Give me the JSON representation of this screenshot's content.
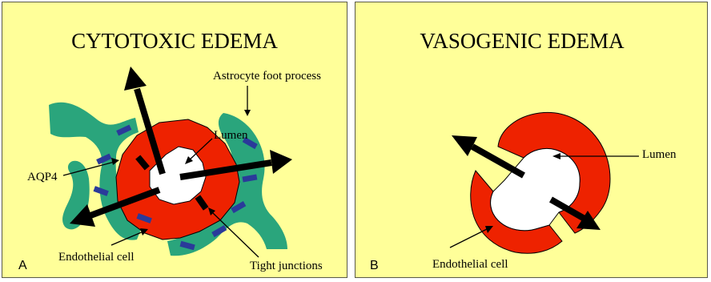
{
  "panel_a": {
    "title": "CYTOTOXIC EDEMA",
    "panel_label": "A",
    "labels": {
      "astrocyte": "Astrocyte foot process",
      "lumen": "Lumen",
      "aqp4": "AQP4",
      "endothelial": "Endothelial cell",
      "tight_junctions": "Tight junctions"
    }
  },
  "panel_b": {
    "title": "VASOGENIC EDEMA",
    "panel_label": "B",
    "labels": {
      "lumen": "Lumen",
      "endothelial": "Endothelial cell"
    }
  },
  "colors": {
    "background": "#ffff99",
    "astrocyte": "#2aa57c",
    "endothelium": "#ee2200",
    "lumen": "#ffffff",
    "aqp4": "#2a3a9a",
    "arrow": "#000000"
  }
}
